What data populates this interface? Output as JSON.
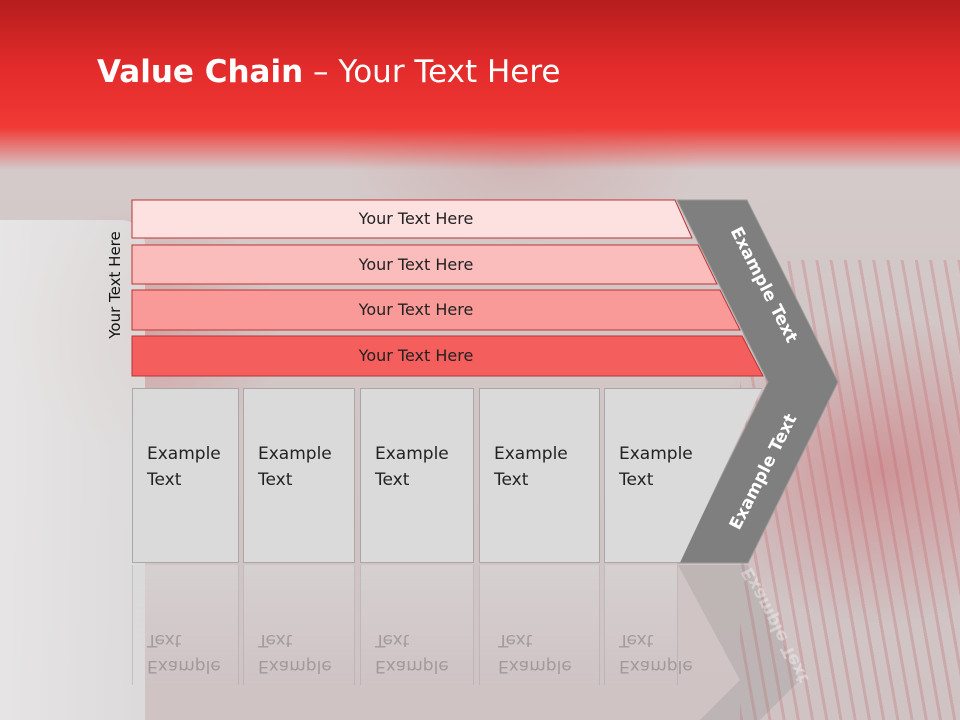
{
  "title": {
    "bold": "Value Chain",
    "rest": " – Your Text Here"
  },
  "side_label": "Your Text Here",
  "bands": [
    {
      "label": "Your Text Here",
      "color": "#fde0e0"
    },
    {
      "label": "Your Text Here",
      "color": "#fbbcbc"
    },
    {
      "label": "Your Text Here",
      "color": "#f99a98"
    },
    {
      "label": "Your Text Here",
      "color": "#f45e5c"
    }
  ],
  "cards": [
    {
      "label": "Example\nText"
    },
    {
      "label": "Example\nText"
    },
    {
      "label": "Example\nText"
    },
    {
      "label": "Example\nText"
    },
    {
      "label": "Example\nText"
    }
  ],
  "arrow": {
    "upper": "Example Text",
    "lower": "Example Text",
    "color": "#7f7f7f"
  }
}
